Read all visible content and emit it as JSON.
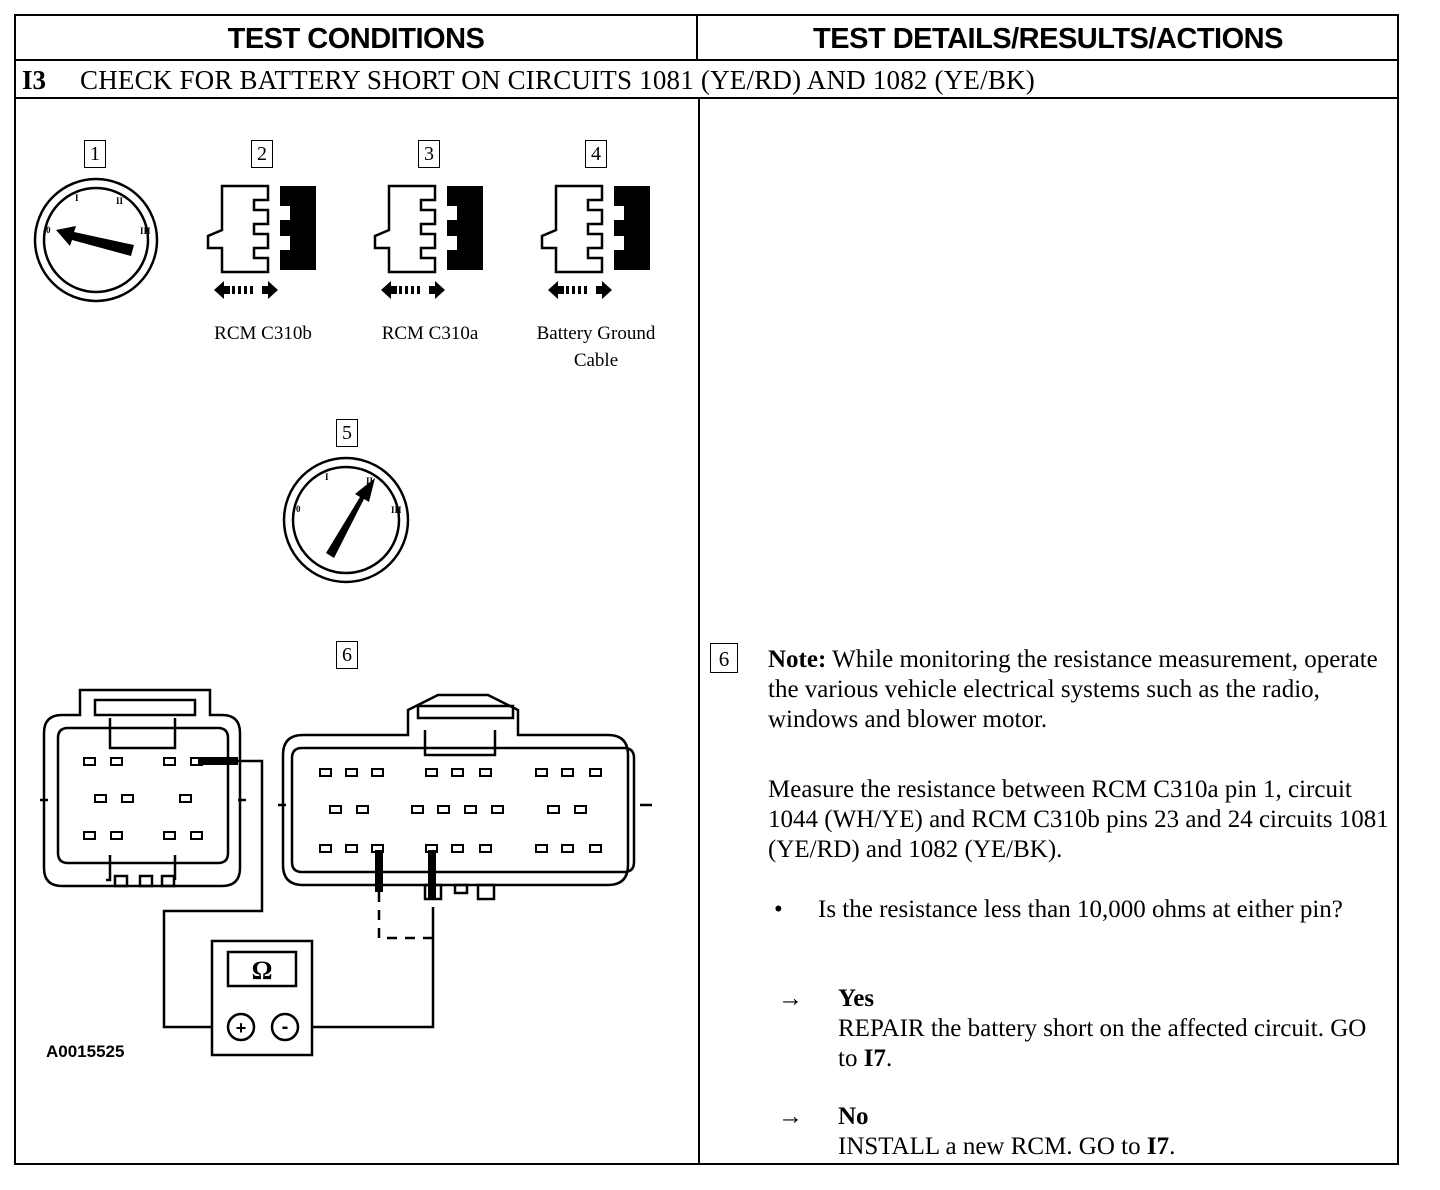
{
  "header": {
    "left": "TEST CONDITIONS",
    "right": "TEST DETAILS/RESULTS/ACTIONS"
  },
  "step": {
    "id": "I3",
    "title": "CHECK FOR BATTERY SHORT ON CIRCUITS 1081 (YE/RD) AND 1082 (YE/BK)"
  },
  "conditions": {
    "steps": [
      "1",
      "2",
      "3",
      "4",
      "5",
      "6"
    ],
    "captions": {
      "c2": "RCM C310b",
      "c3": "RCM C310a",
      "c4_line1": "Battery Ground",
      "c4_line2": "Cable"
    },
    "key_positions": [
      "0",
      "I",
      "II",
      "III"
    ],
    "meter": {
      "symbol": "Ω",
      "plus": "+",
      "minus": "-"
    },
    "figure_id": "A0015525"
  },
  "details": {
    "step_number": "6",
    "note_label": "Note:",
    "note_text": "While monitoring the resistance measurement, operate the various vehicle electrical systems such as the radio, windows and blower motor.",
    "measure": "Measure the resistance between RCM C310a pin 1, circuit 1044 (WH/YE) and RCM C310b pins 23 and 24 circuits 1081 (YE/RD) and 1082 (YE/BK).",
    "bullet": "•",
    "question": "Is the resistance less than 10,000 ohms at either pin?",
    "arrow": "→",
    "yes_label": "Yes",
    "yes_action_pre": "REPAIR the battery short on the affected circuit. GO to ",
    "yes_goto": "I7",
    "no_label": "No",
    "no_action_pre": "INSTALL a new RCM. GO to ",
    "no_goto": "I7",
    "period": "."
  }
}
